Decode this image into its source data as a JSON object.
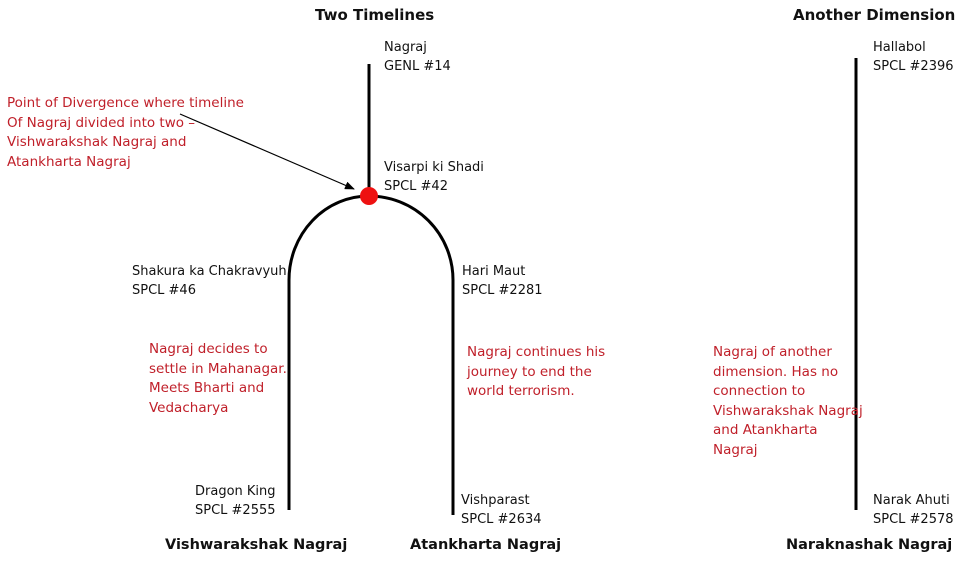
{
  "headings": {
    "two_timelines": "Two Timelines",
    "another_dimension": "Another Dimension"
  },
  "nodes": {
    "genl14": {
      "title": "Nagraj",
      "issue": "GENL #14"
    },
    "spcl42": {
      "title": "Visarpi ki Shadi",
      "issue": "SPCL #42"
    },
    "spcl46": {
      "title": "Shakura ka Chakravyuh",
      "issue": "SPCL #46"
    },
    "spcl2281": {
      "title": "Hari Maut",
      "issue": "SPCL #2281"
    },
    "spcl2555": {
      "title": "Dragon King",
      "issue": "SPCL #2555"
    },
    "spcl2634": {
      "title": "Vishparast",
      "issue": "SPCL #2634"
    },
    "spcl2396": {
      "title": "Hallabol",
      "issue": "SPCL #2396"
    },
    "spcl2578": {
      "title": "Narak Ahuti",
      "issue": "SPCL #2578"
    }
  },
  "notes": {
    "divergence": [
      "Point of Divergence where timeline",
      "Of Nagraj divided into two –",
      "Vishwarakshak Nagraj and",
      "Atankharta Nagraj"
    ],
    "left": [
      "Nagraj decides to",
      "settle in Mahanagar.",
      "Meets Bharti and",
      "Vedacharya"
    ],
    "middle": [
      "Nagraj continues his",
      "journey to end the",
      "world terrorism."
    ],
    "right": [
      "Nagraj of another",
      "dimension. Has no",
      "connection to",
      "Vishwarakshak Nagraj",
      "and Atankharta",
      "Nagraj"
    ]
  },
  "timelines": {
    "left": "Vishwarakshak  Nagraj",
    "middle": "Atankharta  Nagraj",
    "right": "Naraknashak  Nagraj"
  },
  "colors": {
    "note_text": "#c0202a",
    "divergence_dot": "#ee1111",
    "line": "#000000"
  }
}
